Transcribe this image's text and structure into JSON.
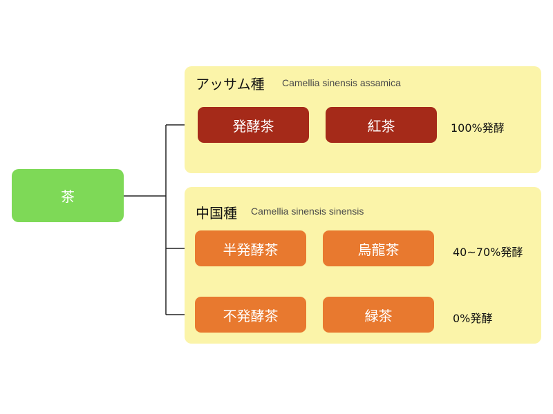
{
  "root": {
    "label": "茶"
  },
  "assamica": {
    "title": "アッサム種",
    "latin": "Camellia sinensis assamica",
    "rows": [
      {
        "category": "発酵茶",
        "tea": "紅茶",
        "fermentation": "100%発酵"
      }
    ]
  },
  "sinensis": {
    "title": "中国種",
    "latin": "Camellia sinensis sinensis",
    "rows": [
      {
        "category": "半発酵茶",
        "tea": "烏龍茶",
        "fermentation": "40~70%発酵"
      },
      {
        "category": "不発酵茶",
        "tea": "緑茶",
        "fermentation": "0%発酵"
      }
    ]
  },
  "colors": {
    "root_node": "#7ed957",
    "panel_background": "#fbf4a9",
    "assamica_node": "#a52a19",
    "sinensis_node": "#e8792f",
    "connector": "#222222"
  }
}
